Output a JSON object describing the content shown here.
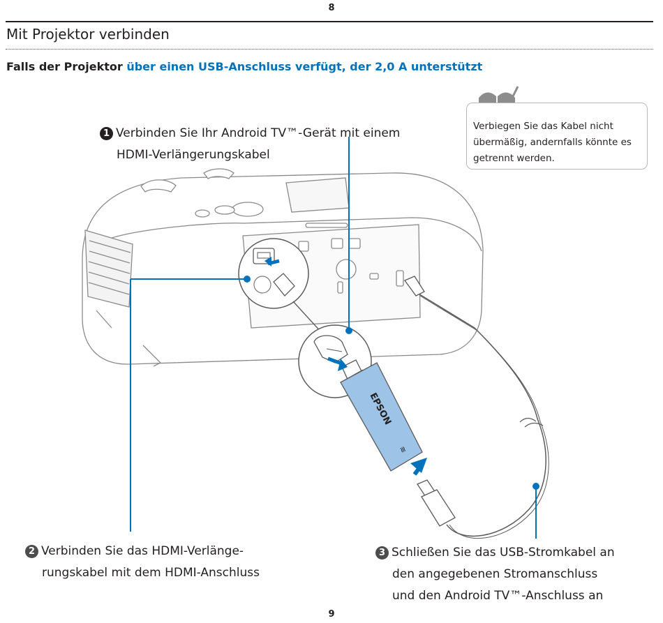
{
  "page_number_top": "8",
  "page_number_bottom": "9",
  "section_title": "Mit Projektor verbinden",
  "subheading": {
    "black": "Falls der Projektor",
    "blue": "über einen USB-Anschluss verfügt, der 2,0 A unterstützt"
  },
  "note": {
    "icon": "book-pencil-icon",
    "line1": "Verbiegen Sie das Kabel nicht",
    "line2": "übermäßig, andernfalls könnte es",
    "line3": "getrennt werden."
  },
  "steps": [
    {
      "num": "1",
      "line1": "Verbinden Sie Ihr Android TV™-Gerät mit einem",
      "line2": "HDMI-Verlängerungskabel"
    },
    {
      "num": "2",
      "line1": "Verbinden Sie das HDMI-Verlänge-",
      "line2": "rungskabel mit dem HDMI-Anschluss"
    },
    {
      "num": "3",
      "line1": "Schließen Sie das USB-Stromkabel an",
      "line2": "den angegebenen Stromanschluss",
      "line3": "und den Android TV™-Anschluss an"
    }
  ],
  "device_label": "EPSON",
  "colors": {
    "accent_blue": "#0072bc",
    "line_grey": "#7a7a7a",
    "device_blue": "#9dc3e6"
  }
}
